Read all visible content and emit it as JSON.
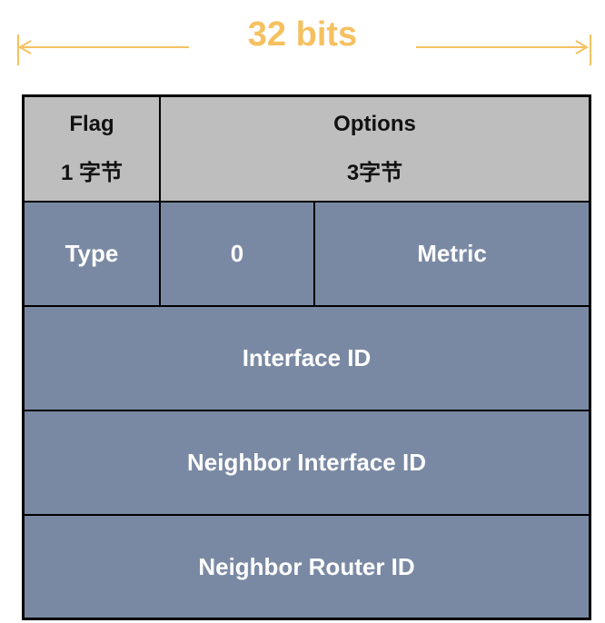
{
  "header": {
    "bits_label": "32 bits"
  },
  "rows": [
    {
      "cells": [
        {
          "label": "Flag",
          "size": "1 字节"
        },
        {
          "label": "Options",
          "size": "3字节"
        }
      ]
    },
    {
      "cells": [
        {
          "label": "Type"
        },
        {
          "label": "0"
        },
        {
          "label": "Metric"
        }
      ]
    },
    {
      "cells": [
        {
          "label": "Interface ID"
        }
      ]
    },
    {
      "cells": [
        {
          "label": "Neighbor Interface ID"
        }
      ]
    },
    {
      "cells": [
        {
          "label": "Neighbor Router ID"
        }
      ]
    }
  ],
  "colors": {
    "header_accent": "#F5C160",
    "row_gray": "#BEBEBE",
    "row_blue": "#7A89A3",
    "border": "#000000"
  }
}
